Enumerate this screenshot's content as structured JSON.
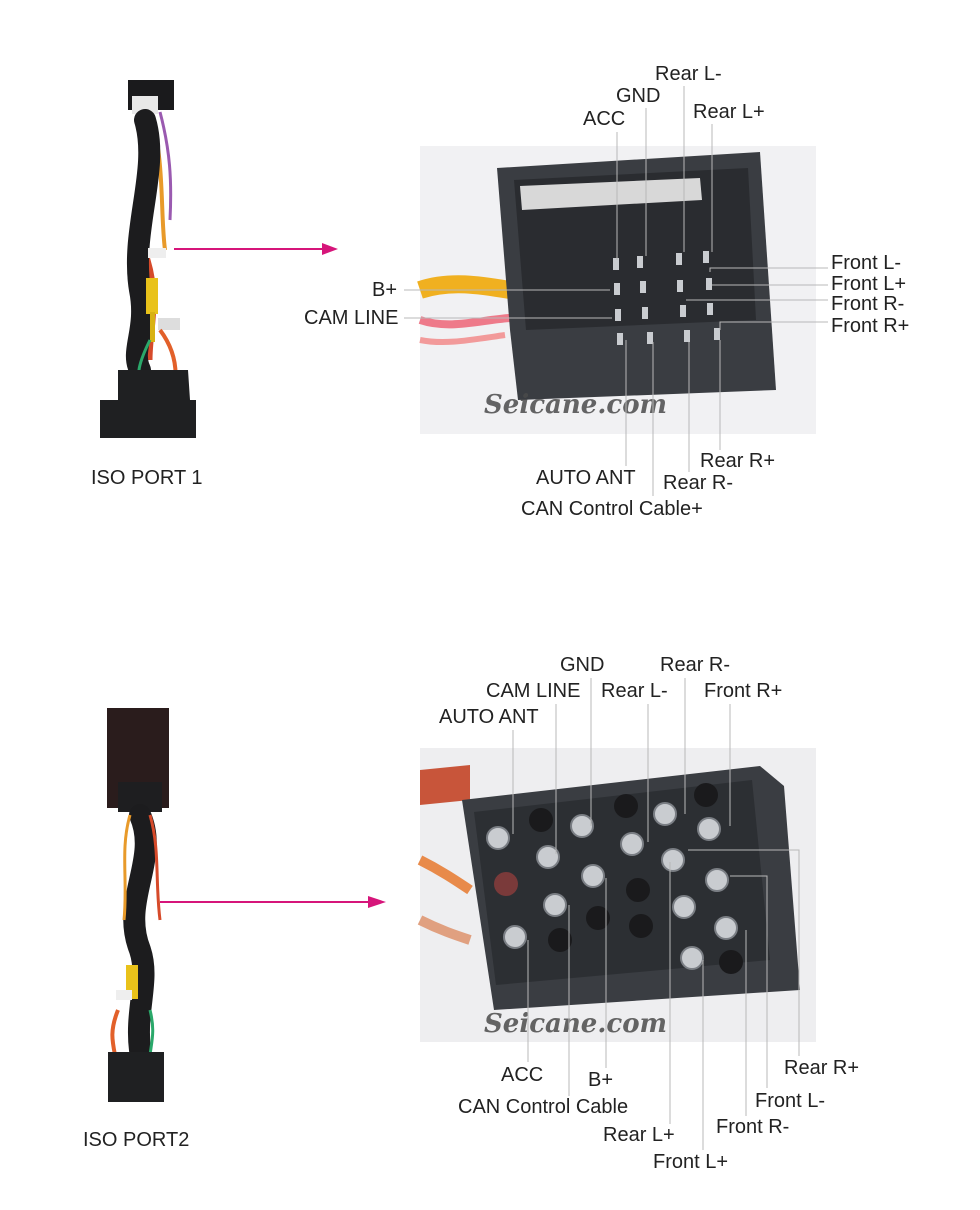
{
  "watermark": "Seicane.com",
  "port1": {
    "caption": "ISO PORT 1",
    "labels": {
      "rear_l_minus": "Rear L-",
      "gnd": "GND",
      "rear_l_plus": "Rear L+",
      "acc": "ACC",
      "front_l_minus": "Front L-",
      "front_l_plus": "Front L+",
      "front_r_minus": "Front R-",
      "front_r_plus": "Front R+",
      "b_plus": "B+",
      "cam_line": "CAM LINE",
      "rear_r_plus": "Rear R+",
      "auto_ant": "AUTO ANT",
      "rear_r_minus": "Rear R-",
      "can_control_cable_plus": "CAN Control Cable+"
    }
  },
  "port2": {
    "caption": "ISO PORT2",
    "labels": {
      "gnd": "GND",
      "rear_r_minus": "Rear R-",
      "cam_line": "CAM LINE",
      "rear_l_minus": "Rear L-",
      "front_r_plus": "Front R+",
      "auto_ant": "AUTO ANT",
      "acc": "ACC",
      "b_plus": "B+",
      "can_control_cable": "CAN Control Cable",
      "rear_r_plus": "Rear R+",
      "front_l_minus": "Front L-",
      "front_r_minus": "Front R-",
      "rear_l_plus": "Rear L+",
      "front_l_plus": "Front L+"
    }
  },
  "colors": {
    "arrow": "#d6157a",
    "leader": "#b8b8b8",
    "housing": "#3a3d42",
    "pin": "#c9ccd0"
  }
}
